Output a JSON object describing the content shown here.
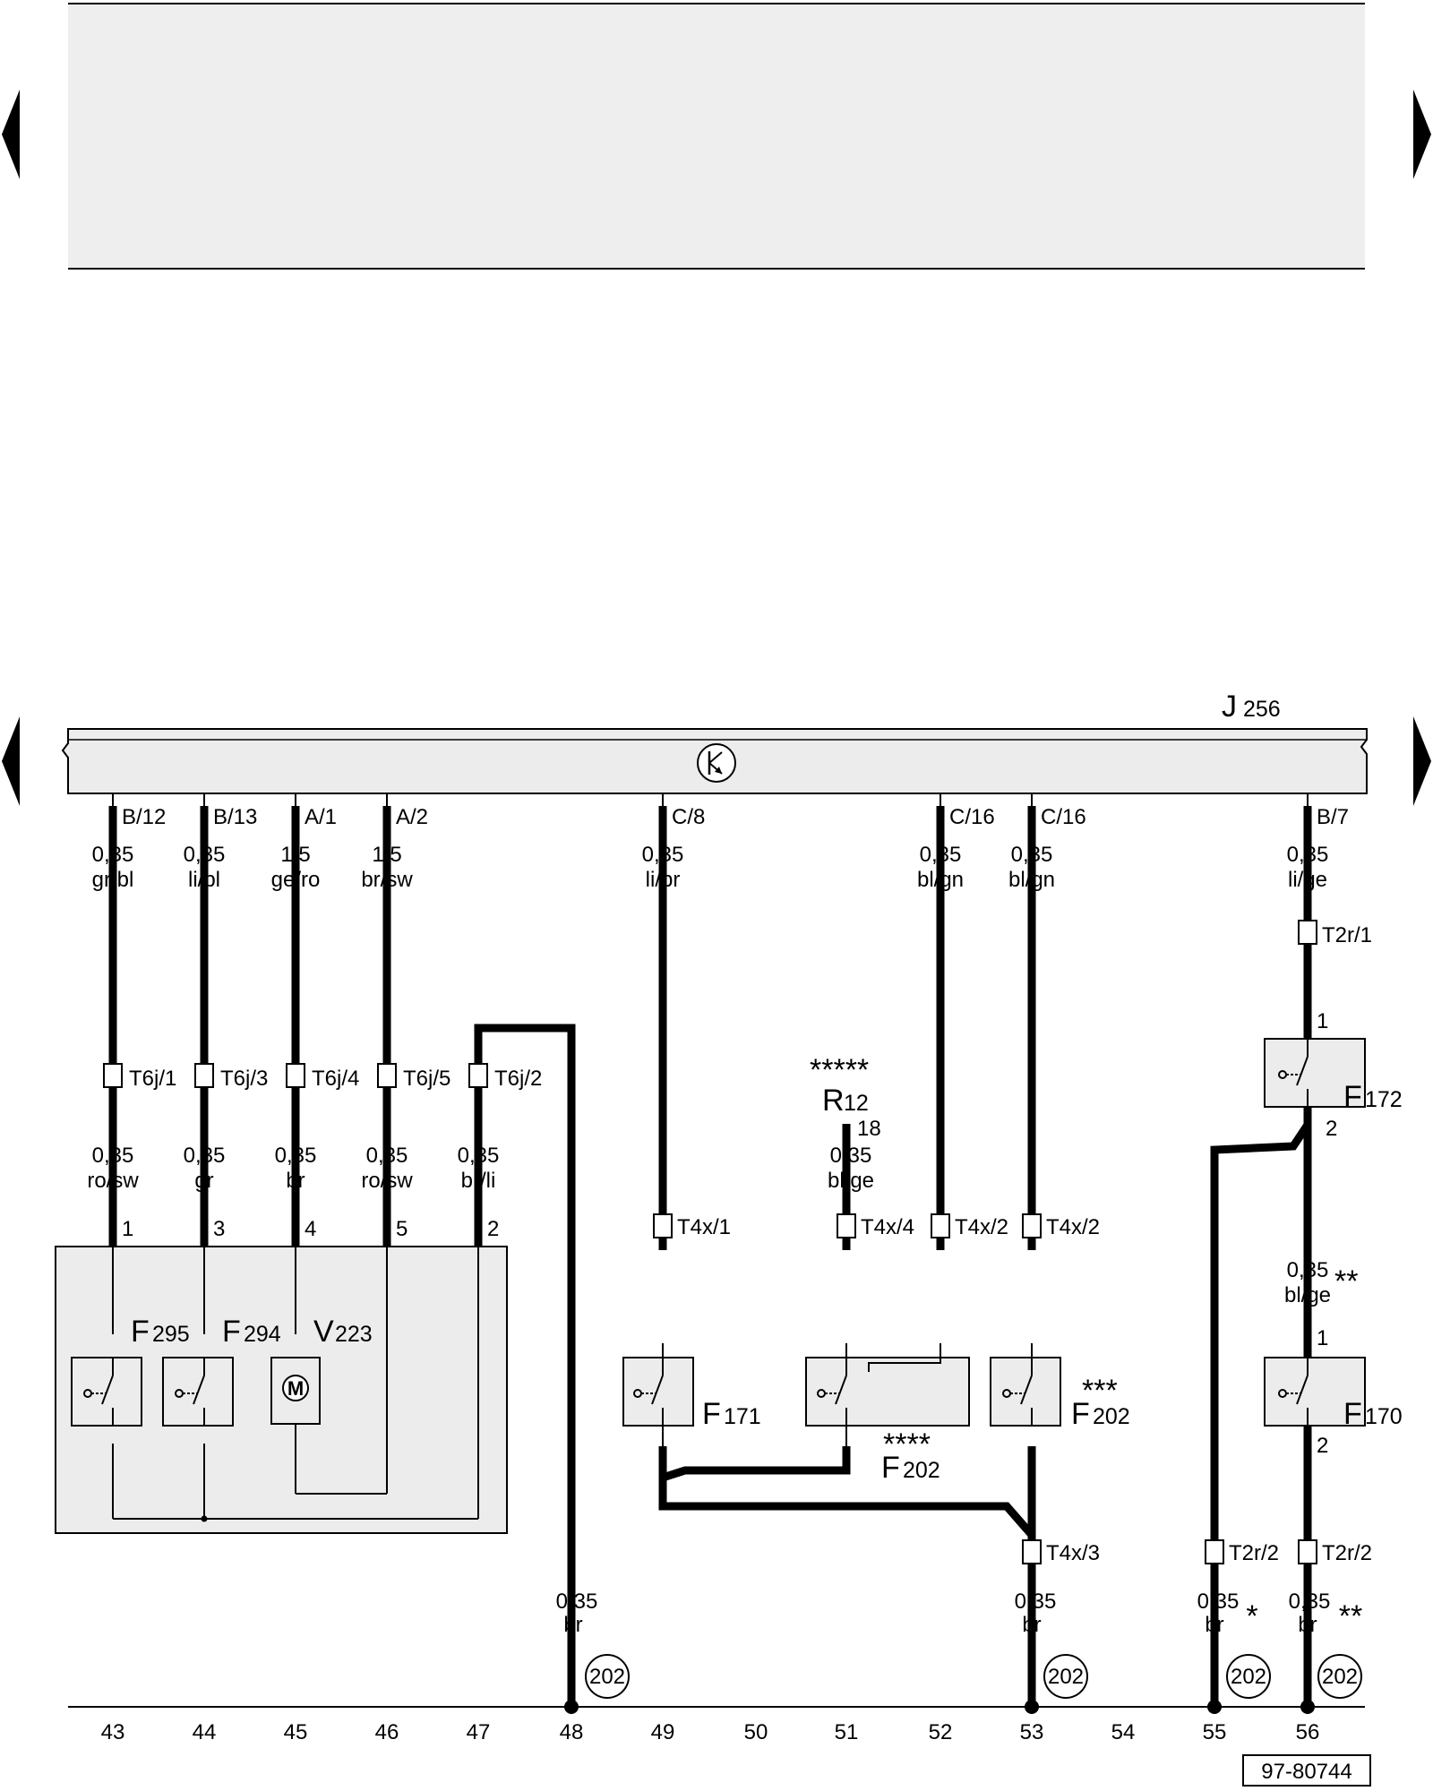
{
  "control_unit": {
    "code": "J",
    "number": "256"
  },
  "pins": [
    "B/12",
    "B/13",
    "A/1",
    "A/2",
    "C/8",
    "C/16",
    "C/16",
    "B/7"
  ],
  "upper_wires": [
    {
      "size": "0,35",
      "color": "gr/bl"
    },
    {
      "size": "0,35",
      "color": "li/bl"
    },
    {
      "size": "1,5",
      "color": "ge/ro"
    },
    {
      "size": "1,5",
      "color": "br/sw"
    },
    {
      "size": "0,35",
      "color": "li/br"
    },
    {
      "size": "0,35",
      "color": "bl/gn"
    },
    {
      "size": "0,35",
      "color": "bl/gn"
    },
    {
      "size": "0,35",
      "color": "li/ge"
    }
  ],
  "t6j": [
    "T6j/1",
    "T6j/3",
    "T6j/4",
    "T6j/5",
    "T6j/2"
  ],
  "lower_wires": [
    {
      "size": "0,35",
      "color": "ro/sw"
    },
    {
      "size": "0,35",
      "color": "gr"
    },
    {
      "size": "0,35",
      "color": "br"
    },
    {
      "size": "0,35",
      "color": "ro/sw"
    },
    {
      "size": "0,35",
      "color": "br/li"
    }
  ],
  "module_left": {
    "pins": [
      "1",
      "3",
      "4",
      "5",
      "2"
    ],
    "labels": [
      {
        "code": "F",
        "number": "295"
      },
      {
        "code": "F",
        "number": "294"
      },
      {
        "code": "V",
        "number": "223"
      }
    ]
  },
  "r12": {
    "note": "*****",
    "code": "R",
    "number": "12",
    "pin": "18",
    "wire_size": "0,35",
    "wire_color": "bl/ge"
  },
  "t4x": [
    "T4x/1",
    "T4x/4",
    "T4x/2",
    "T4x/2"
  ],
  "t4x3": "T4x/3",
  "switches": {
    "f171": {
      "code": "F",
      "number": "171"
    },
    "f202a": {
      "note": "***",
      "code": "F",
      "number": "202"
    },
    "f202b": {
      "note": "****",
      "code": "F",
      "number": "202"
    },
    "f172": {
      "code": "F",
      "number": "172",
      "pin1": "1",
      "pin2": "2"
    },
    "f170": {
      "code": "F",
      "number": "170",
      "pin1": "1",
      "pin2": "2"
    }
  },
  "f170_wire": {
    "size": "0,35",
    "color": "bl/ge",
    "note": "**"
  },
  "t2r": [
    "T2r/1",
    "T2r/2",
    "T2r/2"
  ],
  "ground_wires": [
    {
      "size": "0,35",
      "color": "br",
      "note": ""
    },
    {
      "size": "0,35",
      "color": "br",
      "note": ""
    },
    {
      "size": "0,35",
      "color": "br",
      "note": "*"
    },
    {
      "size": "0,35",
      "color": "br",
      "note": "**"
    }
  ],
  "ground_points": [
    "202",
    "202",
    "202",
    "202"
  ],
  "columns": [
    "43",
    "44",
    "45",
    "46",
    "47",
    "48",
    "49",
    "50",
    "51",
    "52",
    "53",
    "54",
    "55",
    "56"
  ],
  "drawing_ref": "97-80744"
}
